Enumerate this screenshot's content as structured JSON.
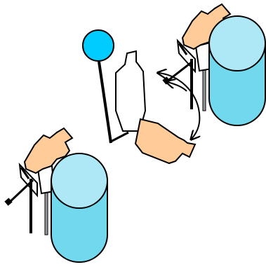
{
  "scene": {
    "background": "#ffffff"
  },
  "colors": {
    "cylinder_side": "#72D8EE",
    "cylinder_top": "#AEE7F5",
    "hand": "#FFCC99",
    "ball": "#00CCFF",
    "outline": "#000000",
    "paper": "#ffffff",
    "lever": "#555555"
  },
  "elements": {
    "ball_stick": "ball-on-stick",
    "standing_bottle": "upright-bottle-outline",
    "tilted_bottle": "tilted-bottle-shaded",
    "rotation_arrow": "curved-double-arrow",
    "station_left": "hand-and-cylinder-station",
    "station_right": "hand-and-cylinder-station"
  }
}
